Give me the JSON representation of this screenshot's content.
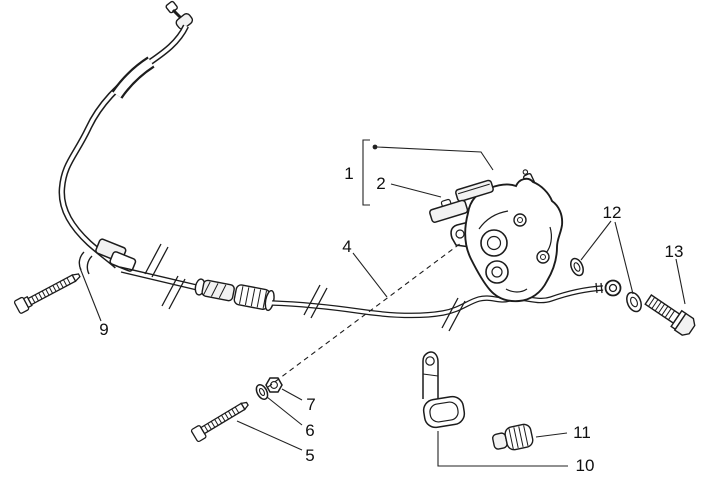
{
  "diagram": {
    "type": "exploded-parts-diagram",
    "colors": {
      "background": "#ffffff",
      "line": "#1c1c1c"
    },
    "callouts": {
      "c1": "1",
      "c2": "2",
      "c4": "4",
      "c5": "5",
      "c6": "6",
      "c7": "7",
      "c9": "9",
      "c10": "10",
      "c11": "11",
      "c12": "12",
      "c13": "13"
    }
  }
}
